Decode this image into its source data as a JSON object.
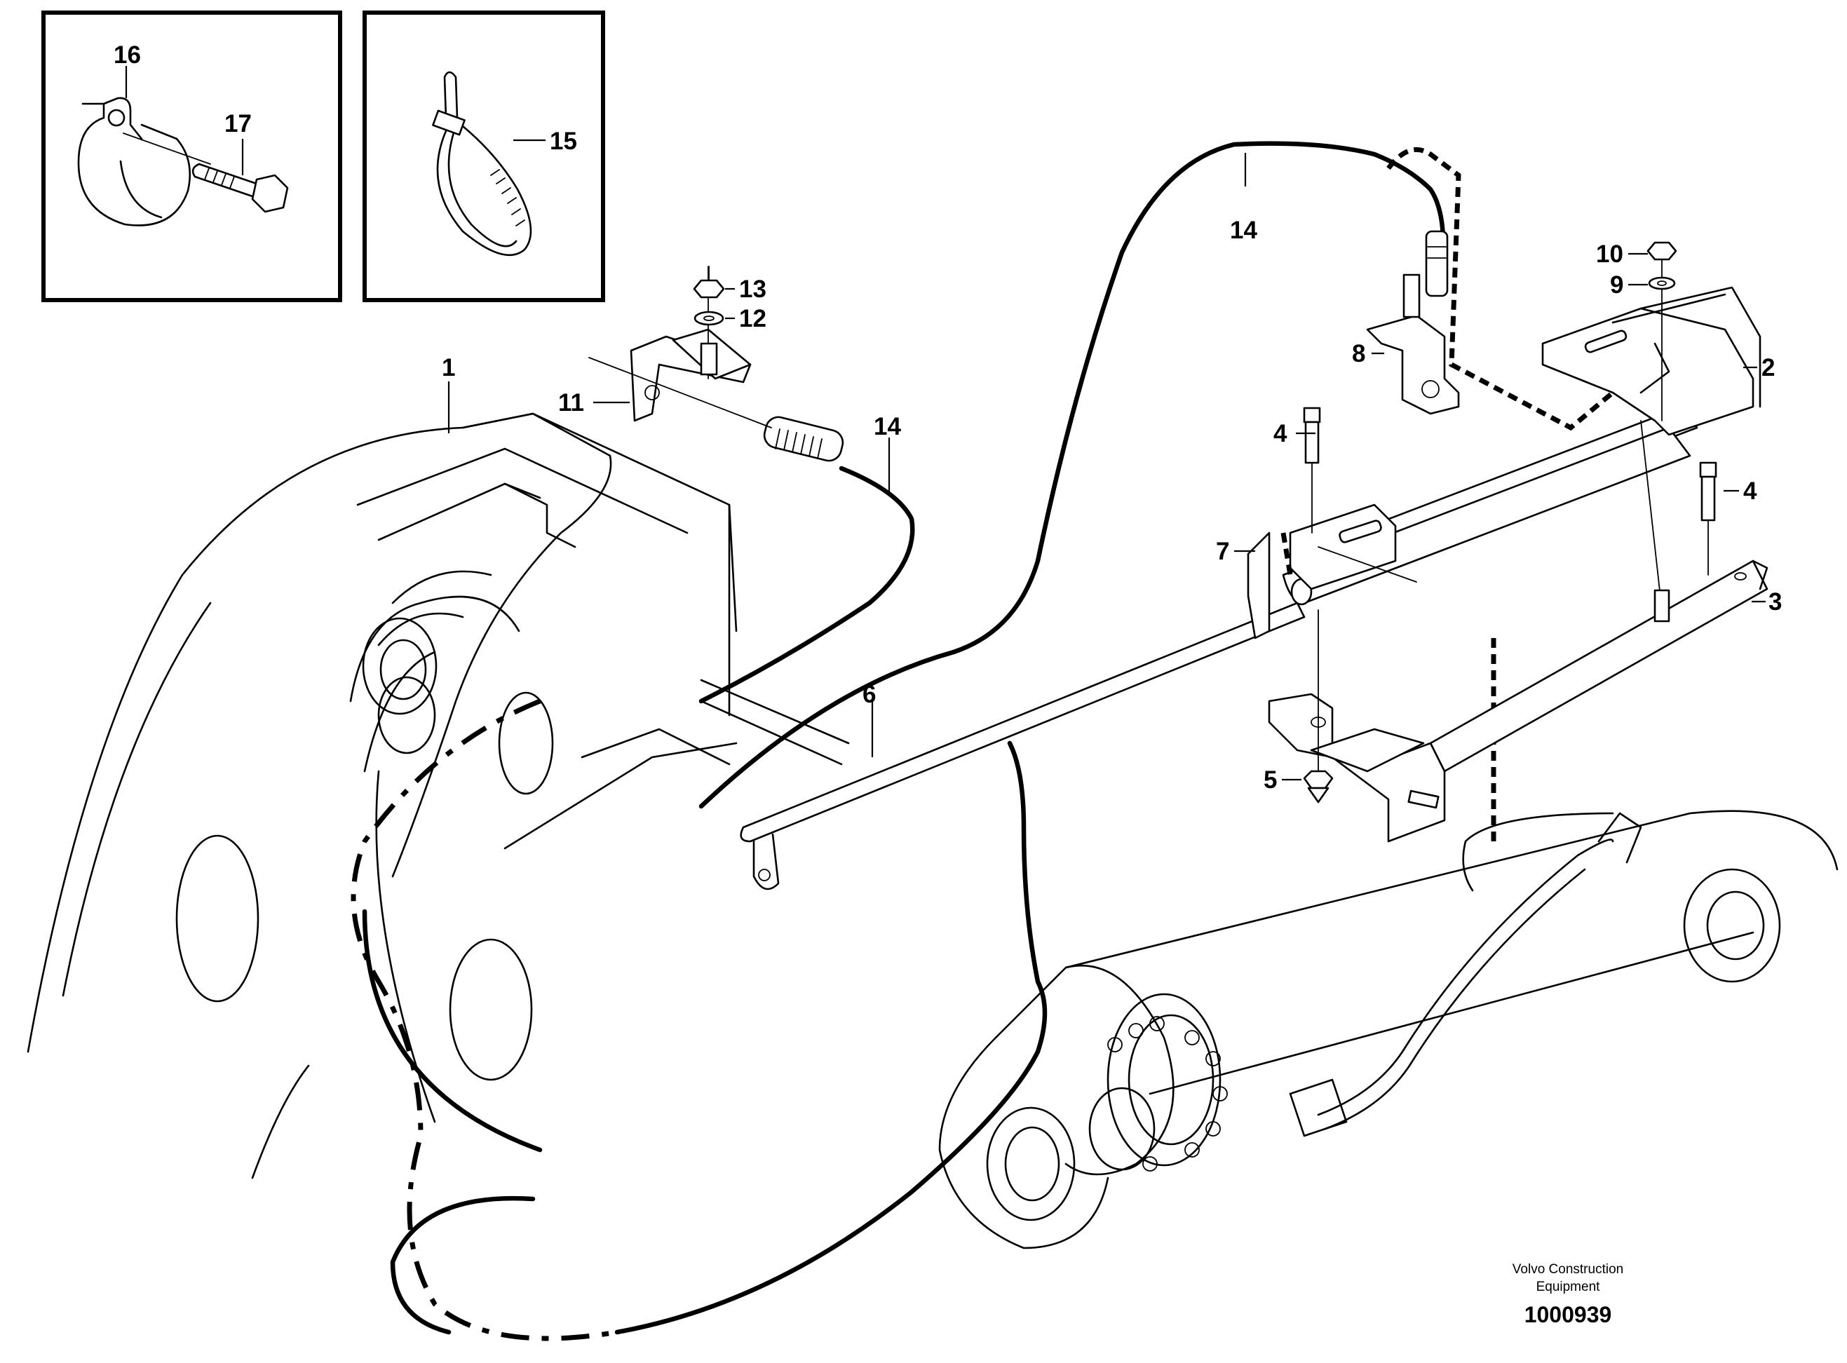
{
  "callouts": {
    "c1": "1",
    "c2": "2",
    "c3": "3",
    "c4a": "4",
    "c4b": "4",
    "c5": "5",
    "c6": "6",
    "c7": "7",
    "c8": "8",
    "c9": "9",
    "c10": "10",
    "c11": "11",
    "c12": "12",
    "c13": "13",
    "c14a": "14",
    "c14b": "14",
    "c15": "15",
    "c16": "16",
    "c17": "17"
  },
  "footer": {
    "brand_line1": "Volvo Construction",
    "brand_line2": "Equipment",
    "doc_number": "1000939"
  },
  "icons": [
    "hose-clamp-icon",
    "bolt-icon",
    "cable-tie-icon",
    "flange-nut-icon",
    "washer-icon"
  ]
}
